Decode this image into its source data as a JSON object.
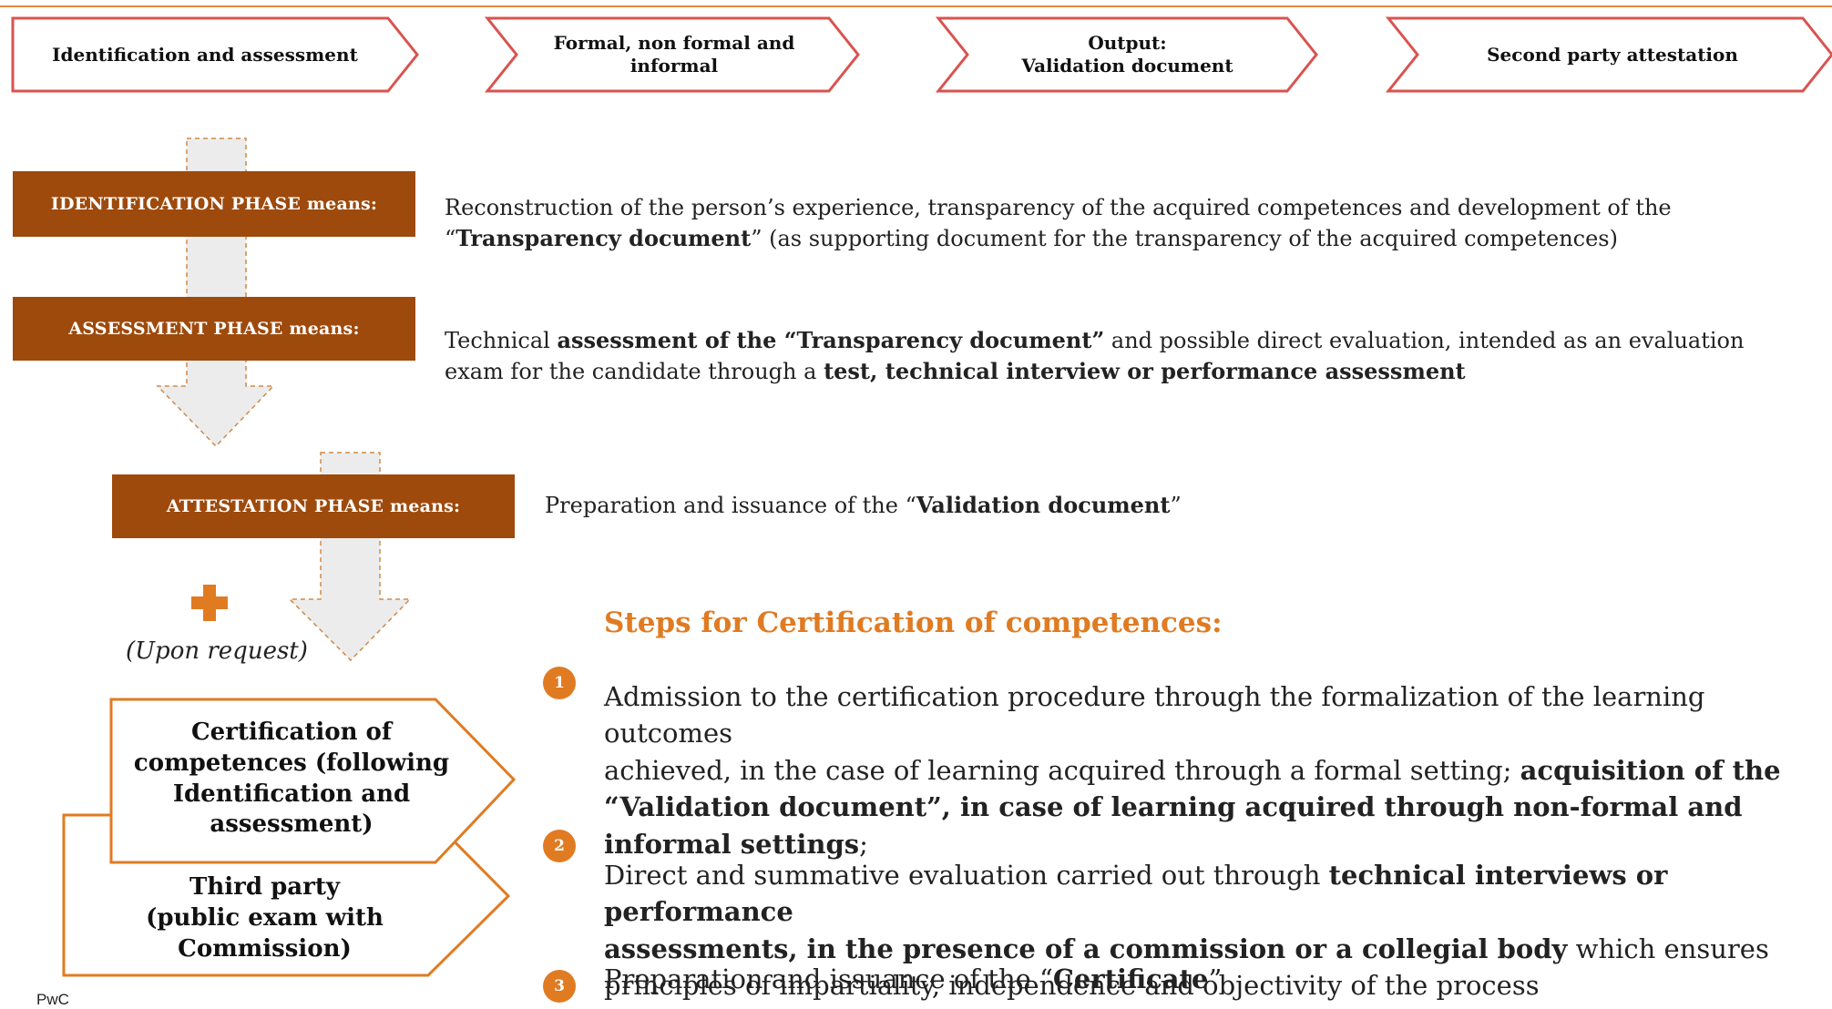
{
  "colors": {
    "brown": "#9e4a0c",
    "orange": "#e07b22",
    "chevron_border": "#d9534f",
    "arrow_fill": "#ececec"
  },
  "process_bar": [
    {
      "label": "Identification and assessment"
    },
    {
      "label": "Formal,  non formal and\ninformal"
    },
    {
      "label": "Output:\nValidation document"
    },
    {
      "label": "Second party attestation"
    }
  ],
  "phases": {
    "identification": {
      "label": "IDENTIFICATION  PHASE means:",
      "desc_pre": "Reconstruction of the person’s experience, transparency of the acquired competences and development of  the\n“",
      "desc_bold": "Transparency document",
      "desc_post": "” (as supporting document for the transparency of the acquired competences)"
    },
    "assessment": {
      "label": "ASSESSMENT PHASE means:",
      "desc_pre": "Technical ",
      "desc_bold": "assessment of the “Transparency document”",
      "desc_mid": " and possible direct evaluation, intended as an evaluation\nexam for the candidate through a ",
      "desc_bold2": "test, technical interview or performance assessment"
    },
    "attestation": {
      "label": "ATTESTATION  PHASE means:",
      "desc_pre": "Preparation and issuance of the “",
      "desc_bold": "Validation document",
      "desc_post": "”"
    }
  },
  "plus_icon": "plus-icon",
  "upon_request": "(Upon request)",
  "certification_box": "Certification of\ncompetences (following\nIdentification and\nassessment)",
  "third_party_box": "Third party\n(public exam with\nCommission)",
  "steps": {
    "title": "Steps for Certification of competences:",
    "items": [
      {
        "number": "1",
        "text_pre": "Admission to the certification procedure through the formalization of the learning outcomes\nachieved, in the case of learning acquired through a formal setting; ",
        "text_bold": "acquisition of the\n“Validation document”, in case of learning acquired through non-formal and\ninformal settings",
        "text_post": ";"
      },
      {
        "number": "2",
        "text_pre": "Direct and summative evaluation carried out through ",
        "text_bold": "technical interviews or performance\nassessments, in the presence of a commission or a collegial body",
        "text_post": " which ensures\nprinciples of impartiality, independence and objectivity of the process"
      },
      {
        "number": "3",
        "text_pre": "Preparation and issuance of the “",
        "text_bold": "Certificate",
        "text_post": "”"
      }
    ]
  },
  "footer": "PwC"
}
